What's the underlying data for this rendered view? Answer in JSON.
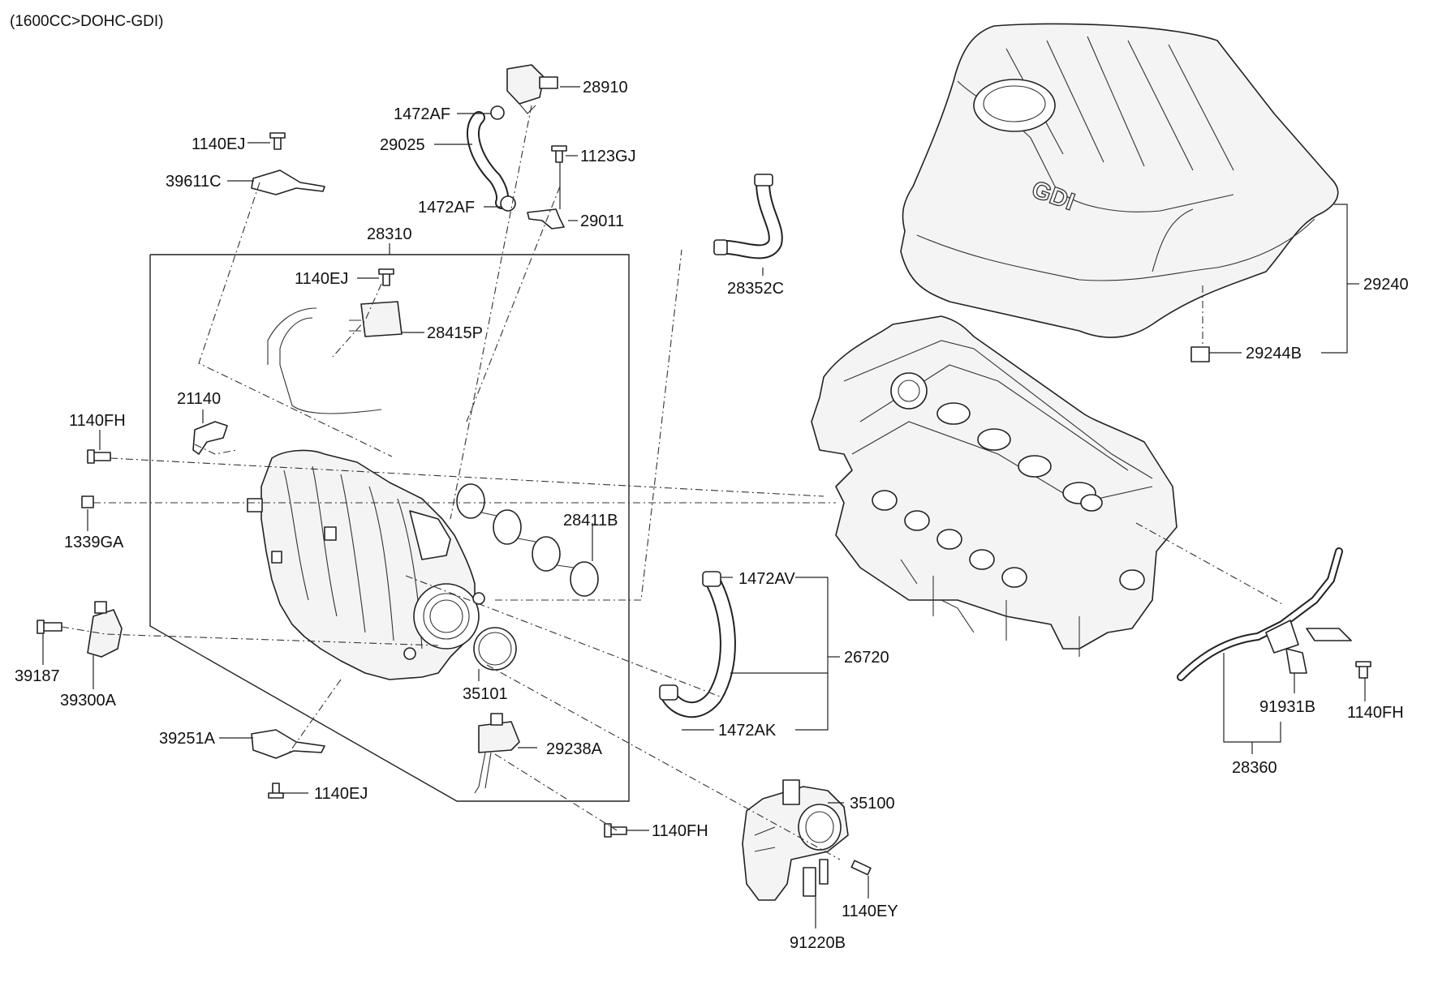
{
  "diagram": {
    "title": "(1600CC>DOHC-GDI)",
    "logo_text": "GDI",
    "labels": {
      "p28910": "28910",
      "p1472AF_a": "1472AF",
      "p29025": "29025",
      "p1123GJ": "1123GJ",
      "p1472AF_b": "1472AF",
      "p29011": "29011",
      "p1140EJ_a": "1140EJ",
      "p39611C": "39611C",
      "p28310": "28310",
      "p1140EJ_b": "1140EJ",
      "p28415P": "28415P",
      "p21140": "21140",
      "p1140FH_a": "1140FH",
      "p1339GA": "1339GA",
      "p28411B": "28411B",
      "p39187": "39187",
      "p39300A": "39300A",
      "p35101": "35101",
      "p39251A": "39251A",
      "p29238A": "29238A",
      "p1140EJ_c": "1140EJ",
      "p1140FH_b": "1140FH",
      "p28352C": "28352C",
      "p1472AV": "1472AV",
      "p26720": "26720",
      "p1472AK": "1472AK",
      "p35100": "35100",
      "p1140EY": "1140EY",
      "p91220B": "91220B",
      "p29240": "29240",
      "p29244B": "29244B",
      "p91931B": "91931B",
      "p1140FH_c": "1140FH",
      "p28360": "28360"
    }
  }
}
